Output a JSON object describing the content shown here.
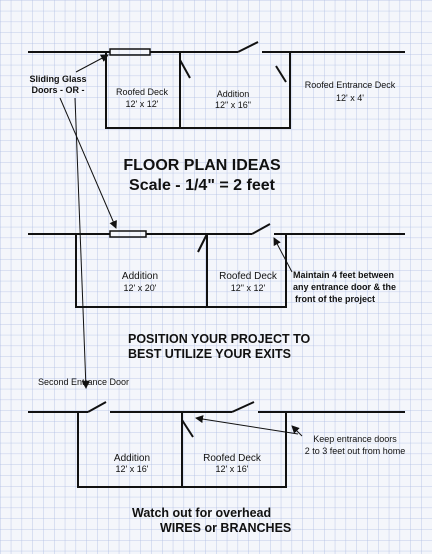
{
  "heading": {
    "title": "FLOOR PLAN IDEAS",
    "scale": "Scale - 1/4\" = 2 feet"
  },
  "plan1": {
    "label_sliding": "Sliding Glass",
    "label_doors_or": "Doors - OR -",
    "room_a": {
      "name": "Roofed Deck",
      "size": "12' x 12'"
    },
    "room_b": {
      "name": "Addition",
      "size": "12\" x 16\""
    },
    "room_c": {
      "name": "Roofed Entrance Deck",
      "size": "12' x 4'"
    }
  },
  "plan2": {
    "room_a": {
      "name": "Addition",
      "size": "12' x 20'"
    },
    "room_b": {
      "name": "Roofed Deck",
      "size": "12\" x 12'"
    },
    "note_1": "Maintain 4 feet between",
    "note_2": "any entrance door & the",
    "note_3": "front of the project"
  },
  "position_note": {
    "line1": "POSITION YOUR PROJECT TO",
    "line2": "BEST UTILIZE YOUR EXITS"
  },
  "plan3": {
    "label_second_door": "Second Entrance Door",
    "room_a": {
      "name": "Addition",
      "size": "12' x 16'"
    },
    "room_b": {
      "name": "Roofed Deck",
      "size": "12' x 16'"
    },
    "note_1": "Keep entrance doors",
    "note_2": "2 to 3 feet out from home"
  },
  "footer": {
    "line1": "Watch out for overhead",
    "line2": "WIRES or BRANCHES"
  }
}
